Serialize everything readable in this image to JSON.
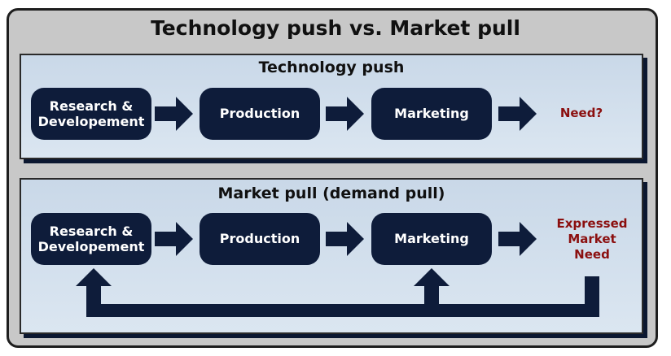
{
  "title": "Technology push vs. Market pull",
  "push": {
    "heading": "Technology push",
    "steps": [
      "Research &\nDevelopement",
      "Production",
      "Marketing"
    ],
    "outcome": "Need?"
  },
  "pull": {
    "heading": "Market pull (demand pull)",
    "steps": [
      "Research &\nDevelopement",
      "Production",
      "Marketing"
    ],
    "outcome": "Expressed\nMarket\nNeed"
  },
  "colors": {
    "box_fill": "#0e1c3a",
    "panel_fill": "#d3e0ee",
    "frame_fill": "#c8c8c8",
    "outcome_text": "#8b0f0f"
  }
}
